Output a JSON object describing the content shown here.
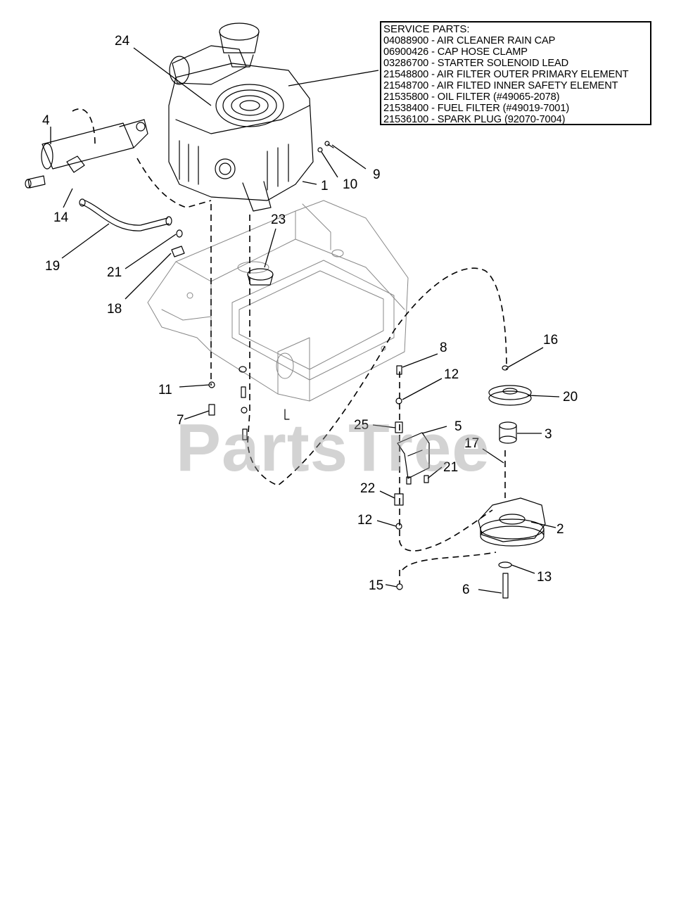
{
  "service_parts": {
    "title": "SERVICE PARTS:",
    "items": [
      "04088900 - AIR CLEANER RAIN CAP",
      "06900426 - CAP HOSE CLAMP",
      "03286700 - STARTER SOLENOID LEAD",
      "21548800 - AIR FILTER OUTER PRIMARY ELEMENT",
      "21548700 - AIR FILTED INNER SAFETY ELEMENT",
      "21535800 - OIL FILTER (#49065-2078)",
      "21538400 - FUEL FILTER (#49019-7001)",
      "21536100 - SPARK PLUG (92070-7004)"
    ]
  },
  "watermark": "PartsTree",
  "callouts": {
    "c24": "24",
    "c4": "4",
    "c14": "14",
    "c19": "19",
    "c21a": "21",
    "c18": "18",
    "c23": "23",
    "c1": "1",
    "c10": "10",
    "c9": "9",
    "c8": "8",
    "c12a": "12",
    "c16": "16",
    "c20": "20",
    "c11": "11",
    "c7": "7",
    "c25": "25",
    "c5": "5",
    "c3": "3",
    "c17": "17",
    "c21b": "21",
    "c22": "22",
    "c2": "2",
    "c12b": "12",
    "c15": "15",
    "c13": "13",
    "c6": "6"
  },
  "colors": {
    "line": "#000000",
    "watermark": "#969696"
  }
}
